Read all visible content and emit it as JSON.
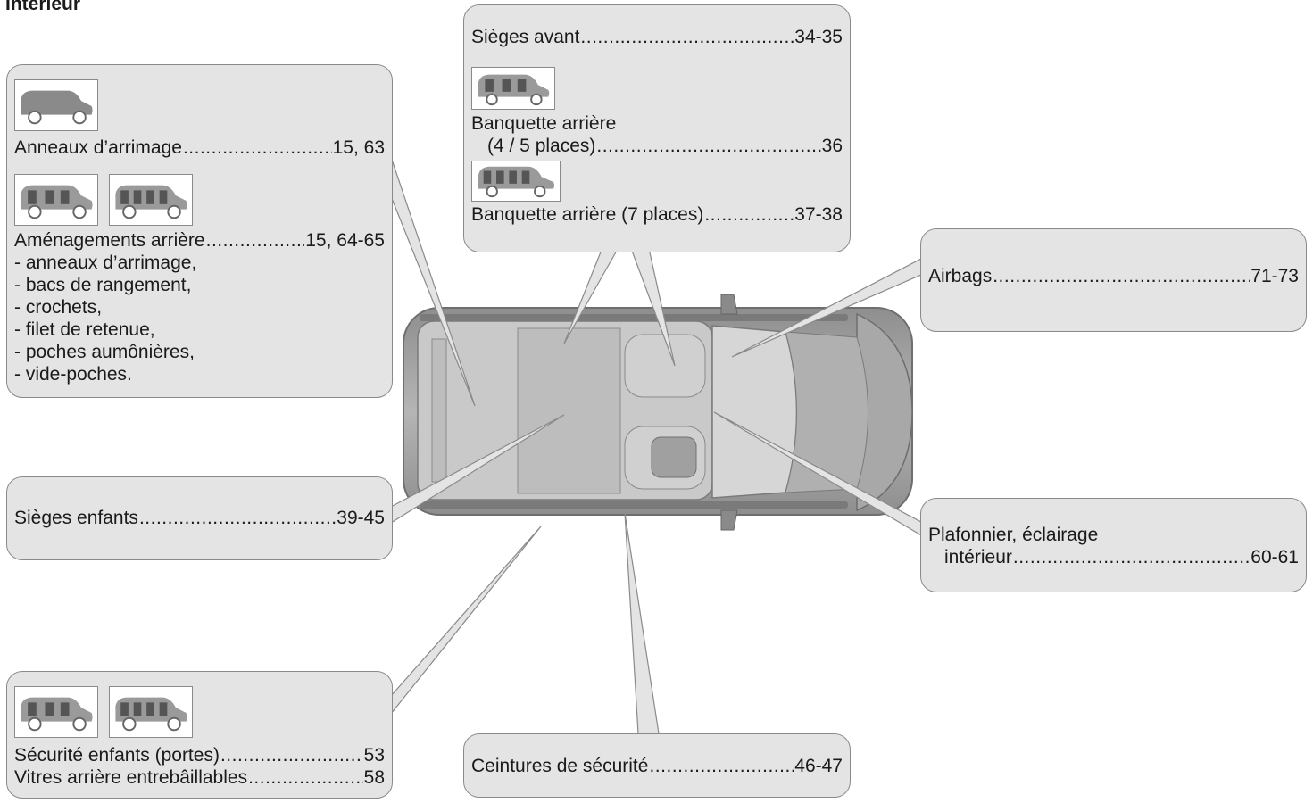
{
  "page_title": "Intérieur",
  "callouts": {
    "anneaux": {
      "label": "Anneaux d’arrimage",
      "pages": "15, 63"
    },
    "amenagements": {
      "label": "Aménagements arrière",
      "pages": "15, 64-65",
      "items": [
        "- anneaux d’arrimage,",
        "- bacs de rangement,",
        "- crochets,",
        "- filet de retenue,",
        "- poches aumônières,",
        "- vide-poches."
      ]
    },
    "sieges_enfants": {
      "label": "Sièges enfants",
      "pages": "39-45"
    },
    "securite": {
      "line1_label": "Sécurité enfants (portes)",
      "line1_pages": "53",
      "line2_label": "Vitres arrière entrebâillables",
      "line2_pages": "58"
    },
    "sieges_avant": {
      "label": "Sièges avant",
      "pages": "34-35"
    },
    "banquette_45": {
      "label_line1": "Banquette arrière",
      "label_line2": "(4 / 5 places)",
      "pages": "36"
    },
    "banquette_7": {
      "label": "Banquette arrière (7 places)",
      "pages": "37-38"
    },
    "ceintures": {
      "label": "Ceintures de sécurité",
      "pages": "46-47"
    },
    "airbags": {
      "label": "Airbags",
      "pages": "71-73"
    },
    "plafonnier": {
      "label_line1": "Plafonnier, éclairage",
      "label_line2": "intérieur",
      "pages": "60-61"
    }
  },
  "icons": {
    "van": "van-silhouette-icon",
    "two_rows": "two-row-seat-car-icon",
    "three_rows": "three-row-seat-car-icon"
  },
  "colors": {
    "box_fill": "#e4e4e4",
    "box_border": "#8a8a8a",
    "car_body": "#9a9a9a",
    "text": "#1a1a1a"
  }
}
